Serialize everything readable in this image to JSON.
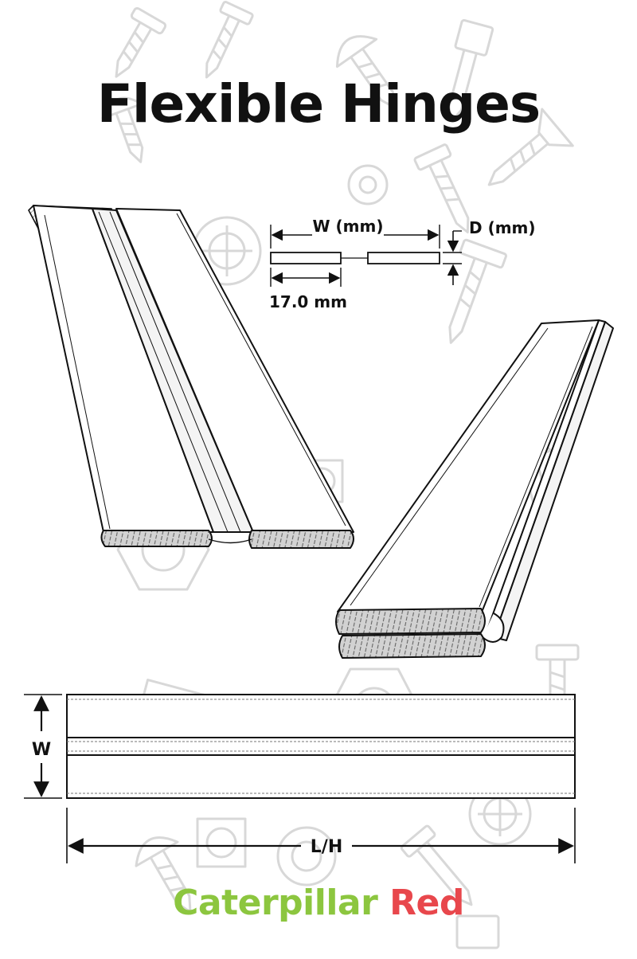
{
  "title": "Flexible Hinges",
  "labels": {
    "width_mm": "W (mm)",
    "depth_mm": "D (mm)",
    "leaf_width": "17.0 mm",
    "width": "W",
    "length": "L/H"
  },
  "brand": {
    "part1": "Caterpillar",
    "part2": "Red"
  },
  "colors": {
    "ink": "#111111",
    "background_icons": "#d6d6d6",
    "wood": "#cfcfcf",
    "brand_green": "#8cc63f",
    "brand_red": "#e8474c"
  },
  "icons": [
    "screw-icon",
    "wall-plug-icon",
    "hex-nut-icon",
    "square-nut-icon",
    "washer-icon",
    "countersunk-screw-icon",
    "pan-head-screw-icon"
  ]
}
